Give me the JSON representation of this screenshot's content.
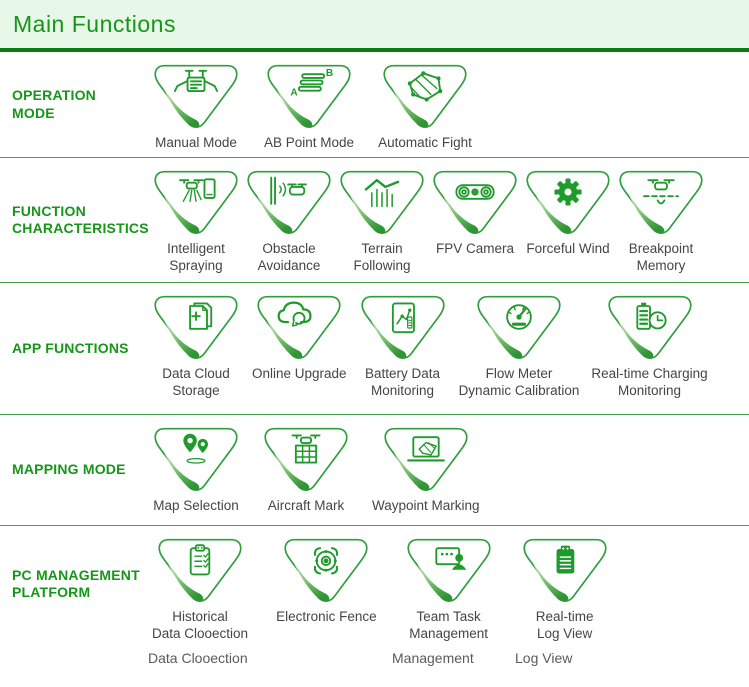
{
  "header": {
    "title": "Main Functions"
  },
  "sections": [
    {
      "label": "OPERATION\nMODE",
      "items": [
        {
          "label": "Manual Mode",
          "icon": "drone-manual"
        },
        {
          "label": "AB Point Mode",
          "icon": "ab-points"
        },
        {
          "label": "Automatic Fight",
          "icon": "flight-path-polygon"
        }
      ]
    },
    {
      "label": "FUNCTION\nCHARACTERISTICS",
      "items": [
        {
          "label": "Intelligent\nSpraying",
          "icon": "spraying-drone"
        },
        {
          "label": "Obstacle\nAvoidance",
          "icon": "obstacle-avoidance"
        },
        {
          "label": "Terrain\nFollowing",
          "icon": "terrain-profile"
        },
        {
          "label": "FPV Camera",
          "icon": "fpv-camera"
        },
        {
          "label": "Forceful Wind",
          "icon": "fan-blade"
        },
        {
          "label": "Breakpoint\nMemory",
          "icon": "breakpoint-drone"
        }
      ]
    },
    {
      "label": "APP FUNCTIONS",
      "items": [
        {
          "label": "Data Cloud\nStorage",
          "icon": "document-plus"
        },
        {
          "label": "Online Upgrade",
          "icon": "cloud-refresh"
        },
        {
          "label": "Battery Data\nMonitoring",
          "icon": "tablet-chart"
        },
        {
          "label": "Flow Meter\nDynamic Calibration",
          "icon": "flow-gauge"
        },
        {
          "label": "Real-time Charging\nMonitoring",
          "icon": "battery-clock"
        }
      ]
    },
    {
      "label": "MAPPING MODE",
      "items": [
        {
          "label": "Map Selection",
          "icon": "map-pins"
        },
        {
          "label": "Aircraft Mark",
          "icon": "drone-grid"
        },
        {
          "label": "Waypoint Marking",
          "icon": "screen-flightpath"
        }
      ]
    },
    {
      "label": "PC MANAGEMENT\nPLATFORM",
      "items": [
        {
          "label": "Historical\nData Clooection",
          "icon": "clipboard-checklist"
        },
        {
          "label": "Electronic Fence",
          "icon": "geofence-target"
        },
        {
          "label": "Team Task\nManagement",
          "icon": "team-screen"
        },
        {
          "label": "Real-time\nLog View",
          "icon": "clipboard-log"
        }
      ]
    }
  ],
  "footer_ghost_labels": [
    "Data Clooection",
    "Management",
    "Log View"
  ],
  "colors": {
    "accent_green": "#1f9a2c",
    "outline_green": "#2f9e3b",
    "title_green": "#169619",
    "header_bg": "#e7f7e8",
    "header_rule": "#0b7a10",
    "divider": "#44a04a",
    "caption_gray": "#454545",
    "ghost_gray": "#5a5a5a",
    "swoosh_light": "#cde8bc",
    "swoosh_dark": "#2f9434"
  }
}
